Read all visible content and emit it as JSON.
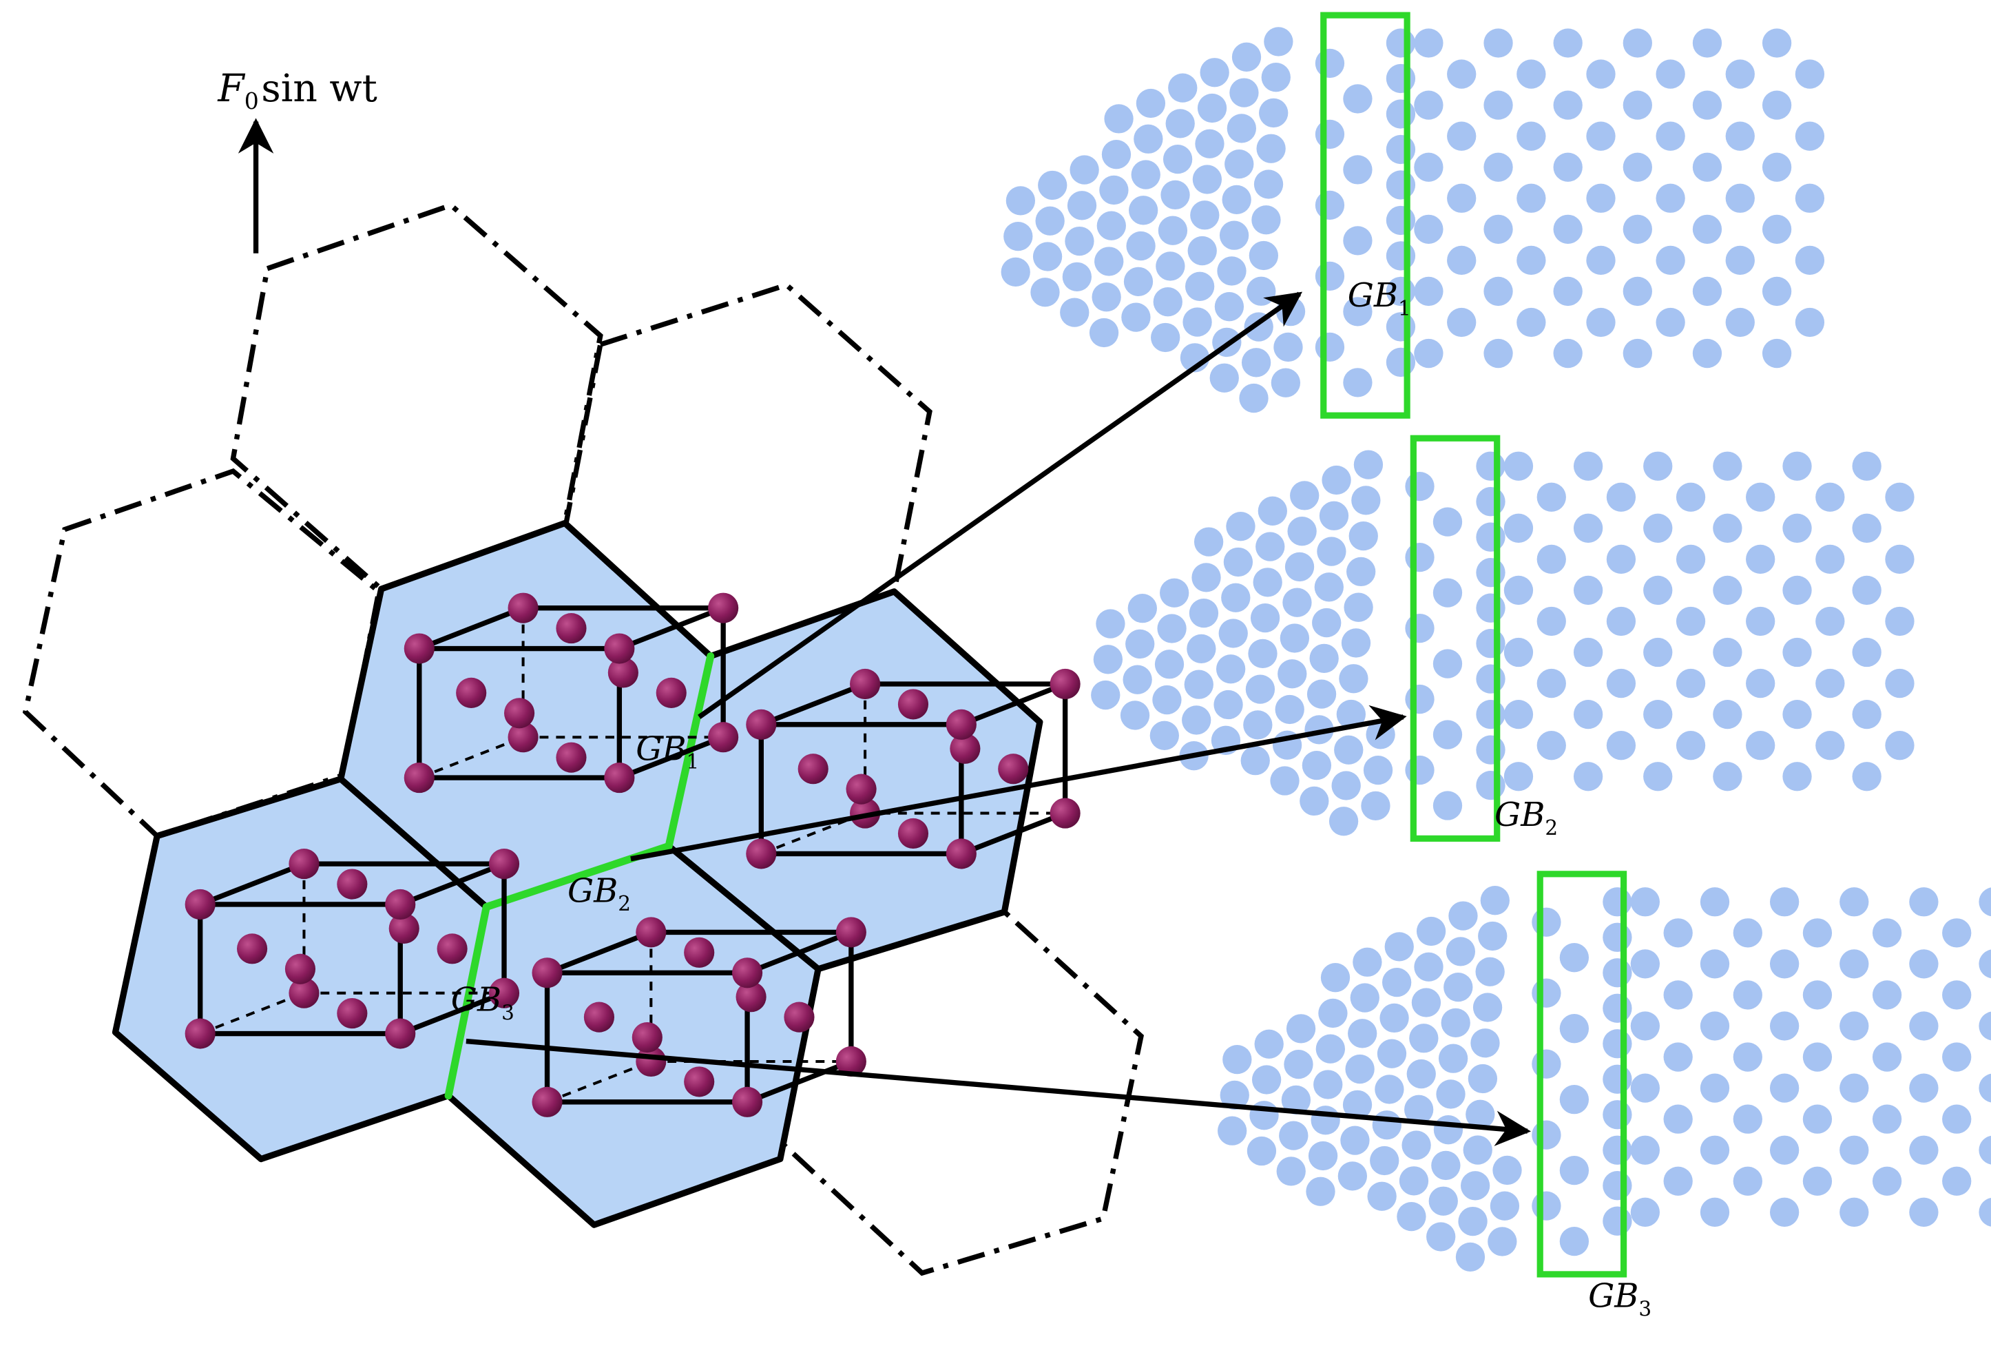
{
  "force_label": {
    "main": "F",
    "sub": "0",
    "rest": "sin wt"
  },
  "labels": {
    "gb1": {
      "main": "GB",
      "sub": "1"
    },
    "gb2": {
      "main": "GB",
      "sub": "2"
    },
    "gb3": {
      "main": "GB",
      "sub": "3"
    }
  },
  "colors": {
    "grain_fill": "#b8d4f6",
    "atom_fill": "#a6c3f2",
    "boundary": "#2ed82a",
    "lattice_atom": "#8a1c5c",
    "lines": "#000000"
  },
  "icons": {
    "force_arrow": "arrow-up-icon",
    "lattice": "fcc-unit-cell-icon",
    "atom": "circle-atom-icon"
  }
}
